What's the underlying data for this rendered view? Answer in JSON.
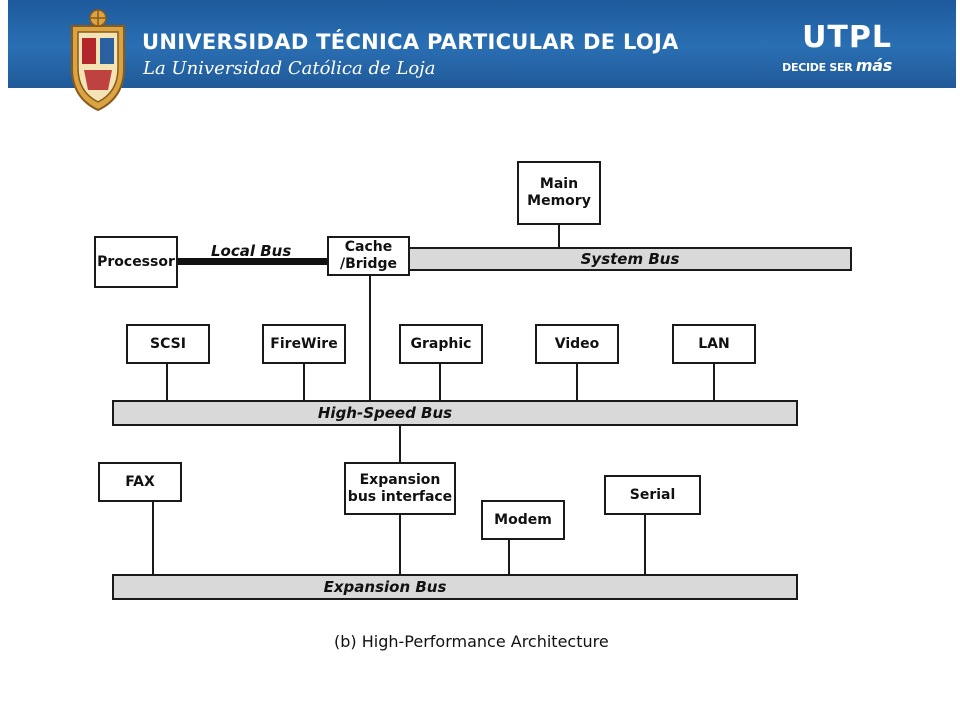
{
  "header": {
    "university_name": "UNIVERSIDAD TÉCNICA PARTICULAR DE LOJA",
    "tagline": "La Universidad Católica de Loja",
    "brand_name": "UTPL",
    "brand_slogan_prefix": "DECIDE SER",
    "brand_slogan_emphasis": "más",
    "colors": {
      "banner": "#1d5a9c",
      "crest_gold": "#d9a441",
      "crest_red": "#b3262b"
    }
  },
  "diagram": {
    "components": {
      "main_memory": "Main\nMemory",
      "processor": "Processor",
      "cache_bridge": "Cache\n/Bridge",
      "scsi": "SCSI",
      "firewire": "FireWire",
      "graphic": "Graphic",
      "video": "Video",
      "lan": "LAN",
      "fax": "FAX",
      "expansion_bus_interface": "Expansion\nbus interface",
      "modem": "Modem",
      "serial": "Serial"
    },
    "buses": {
      "local_bus": "Local Bus",
      "system_bus": "System Bus",
      "high_speed_bus": "High-Speed Bus",
      "expansion_bus": "Expansion Bus"
    },
    "caption": "(b) High-Performance Architecture"
  }
}
